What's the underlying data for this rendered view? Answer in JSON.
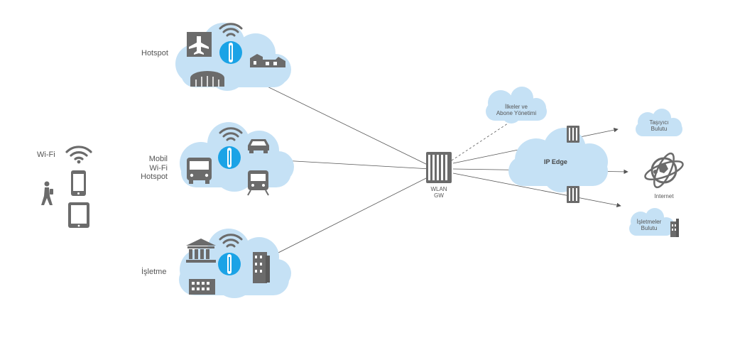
{
  "colors": {
    "cloud": "#c5e1f5",
    "cloud_dark": "#a9d3f1",
    "icon_gray": "#6b6b6b",
    "ap_blue": "#1ba3e6",
    "line": "#555555"
  },
  "labels": {
    "wifi": "Wi-Fi",
    "hotspot": "Hotspot",
    "mobile_line1": "Mobil",
    "mobile_line2": "Wi-Fi",
    "mobile_line3": "Hotspot",
    "enterprise": "İşletme",
    "wlan_line1": "WLAN",
    "wlan_line2": "GW",
    "policy_line1": "İlkeler ve",
    "policy_line2": "Abone Yönetimi",
    "ip_edge": "IP Edge",
    "carrier_line1": "Taşıyıcı",
    "carrier_line2": "Bulutu",
    "internet": "Internet",
    "enterprise_cloud_line1": "İşletmeler",
    "enterprise_cloud_line2": "Bulutu"
  },
  "icons": [
    "wifi-icon",
    "walking-person-icon",
    "smartphone-icon",
    "tablet-icon",
    "airplane-icon",
    "access-point-icon",
    "house-icon",
    "hangar-icon",
    "bus-icon",
    "car-icon",
    "train-icon",
    "bank-icon",
    "office-building-icon",
    "factory-icon",
    "wlan-gateway-icon",
    "ip-edge-router-icon",
    "globe-icon"
  ]
}
